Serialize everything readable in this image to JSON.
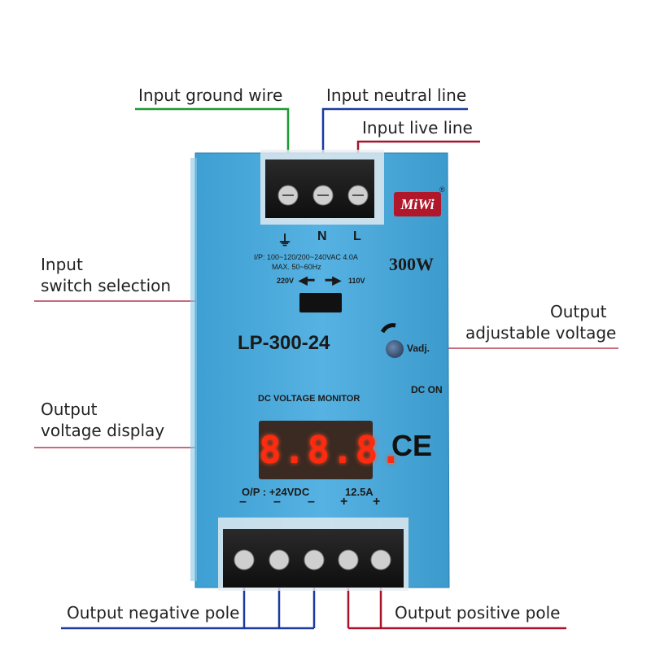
{
  "callouts": {
    "ground": "Input ground wire",
    "neutral": "Input neutral line",
    "live": "Input live line",
    "switch_line1": "Input",
    "switch_line2": "switch selection",
    "adj_line1": "Output",
    "adj_line2": "adjustable voltage",
    "display_line1": "Output",
    "display_line2": "voltage display",
    "negative": "Output negative pole",
    "positive": "Output positive pole"
  },
  "panel": {
    "brand": "MiWi",
    "registered": "®",
    "ground_symbol": "⏚",
    "n_label": "N",
    "l_label": "L",
    "input_spec_line1": "I/P: 100~120/200~240VAC 4.0A",
    "input_spec_line2": "MAX. 50~60Hz",
    "v220": "220V",
    "v110": "110V",
    "wattage": "300W",
    "model": "LP-300-24",
    "vadj": "Vadj.",
    "dc_on": "DC ON",
    "monitor_title": "DC VOLTAGE MONITOR",
    "display_value": "8.8.8.",
    "ce_mark": "CE",
    "output_spec": "O/P : +24VDC",
    "output_current": "12.5A",
    "terminal_signs": [
      "–",
      "–",
      "–",
      "+",
      "+"
    ]
  },
  "colors": {
    "ground": "#1a9a30",
    "neutral": "#1c3aa0",
    "live": "#a8132a",
    "body": "#4aa8d8",
    "display_red": "#ff2a10"
  }
}
